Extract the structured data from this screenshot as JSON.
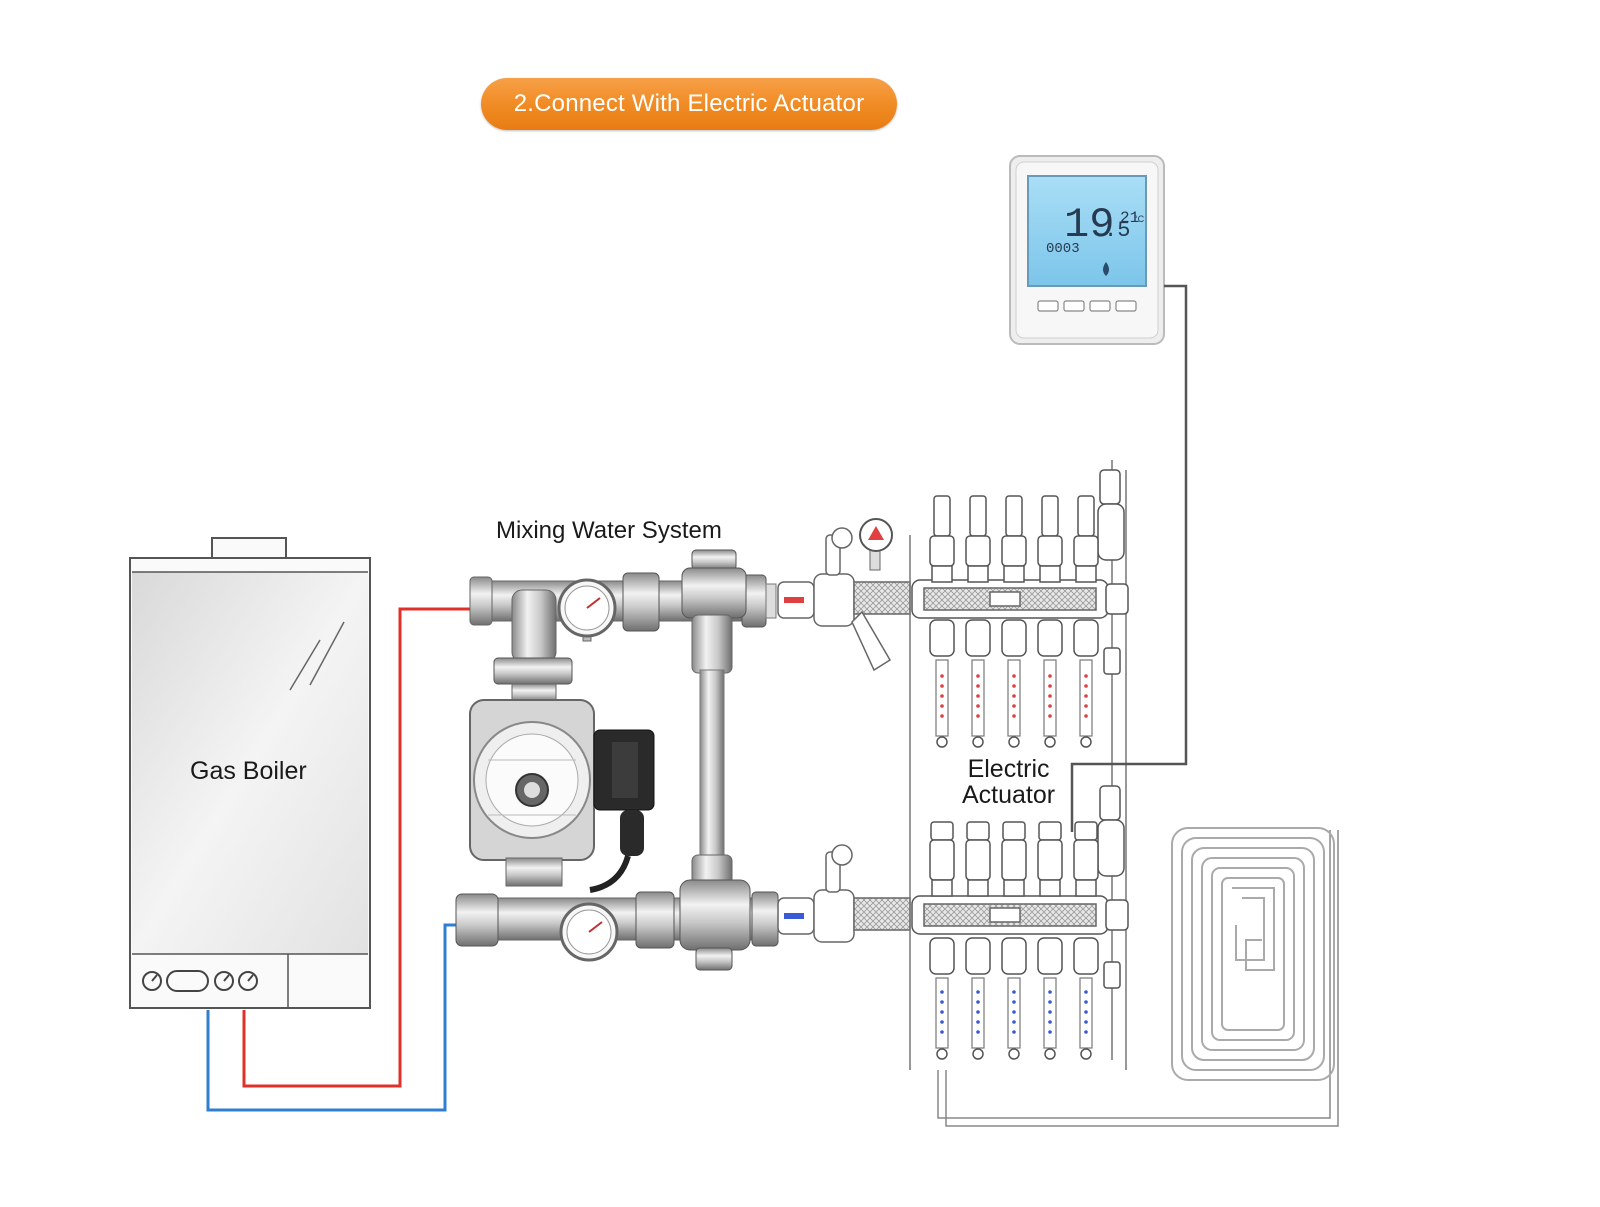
{
  "title": "2.Connect With Electric Actuator",
  "labels": {
    "gas_boiler": "Gas Boiler",
    "mixing_water_system": "Mixing Water System",
    "electric_actuator_line1": "Electric",
    "electric_actuator_line2": "Actuator"
  },
  "thermostat_display": {
    "main_temp": "19",
    "decimal": ".5",
    "set_temp": "21",
    "unit": "°C",
    "clock": "0003"
  },
  "colors": {
    "title_pill": "#f08a22",
    "supply_pipe": "#e0302a",
    "return_pipe": "#2f7fd0",
    "wire": "#555555",
    "lcd": "#8fd0f0"
  },
  "icons": [
    "boiler-icon",
    "mixing-unit-icon",
    "pump-icon",
    "thermostat-icon",
    "manifold-icon",
    "floor-heating-loop-icon"
  ]
}
